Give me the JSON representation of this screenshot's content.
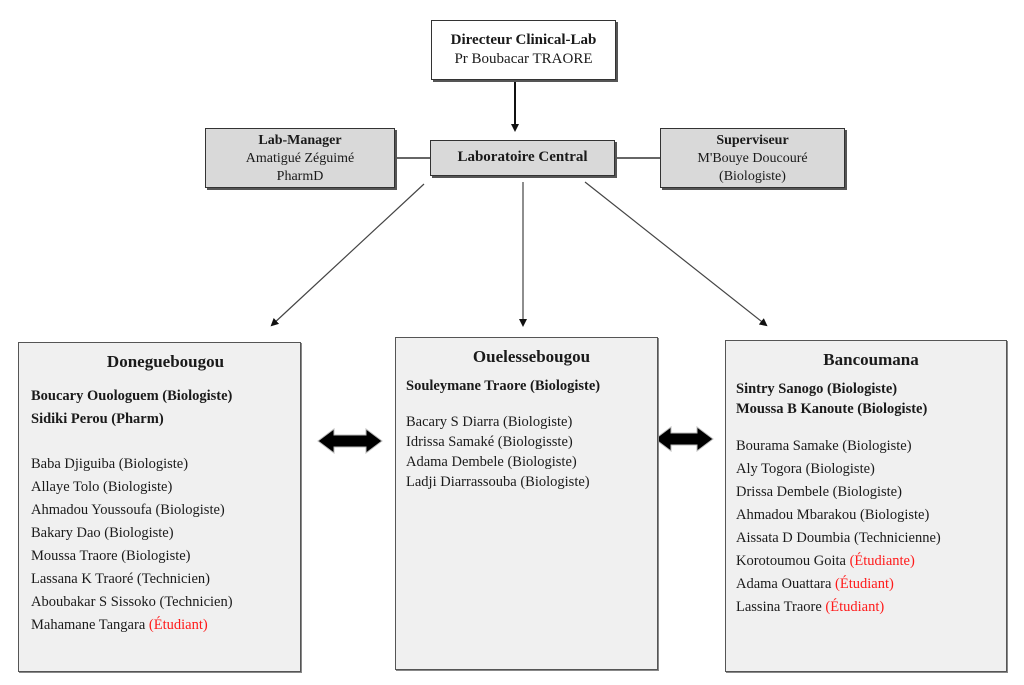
{
  "director": {
    "title": "Directeur Clinical-Lab",
    "name": "Pr Boubacar TRAORE"
  },
  "central": {
    "title": "Laboratoire Central"
  },
  "lab_manager": {
    "title": "Lab-Manager",
    "name": "Amatigué Zéguimé",
    "credential": "PharmD"
  },
  "supervisor": {
    "title": "Superviseur",
    "name": "M'Bouye Doucouré",
    "credential": "(Biologiste)"
  },
  "colors": {
    "student_red": "#ff1a1a",
    "box_gray": "#d9d9d9",
    "site_bg": "#f0f0f0"
  },
  "sites": [
    {
      "name": "Doneguebougou",
      "leads": [
        "Boucary Ouologuem (Biologiste)",
        "Sidiki Perou (Pharm)"
      ],
      "staff": [
        {
          "name": "Baba Djiguiba (Biologiste)",
          "role": ""
        },
        {
          "name": "Allaye Tolo (Biologiste)",
          "role": ""
        },
        {
          "name": "Ahmadou Youssoufa (Biologiste)",
          "role": ""
        },
        {
          "name": "Bakary Dao (Biologiste)",
          "role": ""
        },
        {
          "name": "Moussa Traore (Biologiste)",
          "role": ""
        },
        {
          "name": "Lassana K Traoré (Technicien)",
          "role": ""
        },
        {
          "name": "Aboubakar S Sissoko (Technicien)",
          "role": ""
        },
        {
          "name": "Mahamane Tangara ",
          "role": "(Étudiant)"
        }
      ]
    },
    {
      "name": "Ouelessebougou",
      "leads": [
        "Souleymane Traore (Biologiste)"
      ],
      "staff": [
        {
          "name": "Bacary S Diarra (Biologiste)",
          "role": ""
        },
        {
          "name": "Idrissa Samaké (Biologisste)",
          "role": ""
        },
        {
          "name": "Adama Dembele (Biologiste)",
          "role": ""
        },
        {
          "name": "Ladji Diarrassouba (Biologiste)",
          "role": ""
        }
      ]
    },
    {
      "name": "Bancoumana",
      "leads": [
        "Sintry Sanogo (Biologiste)",
        "Moussa B Kanoute (Biologiste)"
      ],
      "staff": [
        {
          "name": "Bourama Samake (Biologiste)",
          "role": ""
        },
        {
          "name": "Aly Togora (Biologiste)",
          "role": ""
        },
        {
          "name": "Drissa Dembele (Biologiste)",
          "role": ""
        },
        {
          "name": "Ahmadou Mbarakou (Biologiste)",
          "role": ""
        },
        {
          "name": "Aissata D Doumbia (Technicienne)",
          "role": ""
        },
        {
          "name": "Korotoumou Goita ",
          "role": "(Étudiante)"
        },
        {
          "name": "Adama Ouattara ",
          "role": "(Étudiant)"
        },
        {
          "name": "Lassina Traore ",
          "role": "(Étudiant)"
        }
      ]
    }
  ]
}
